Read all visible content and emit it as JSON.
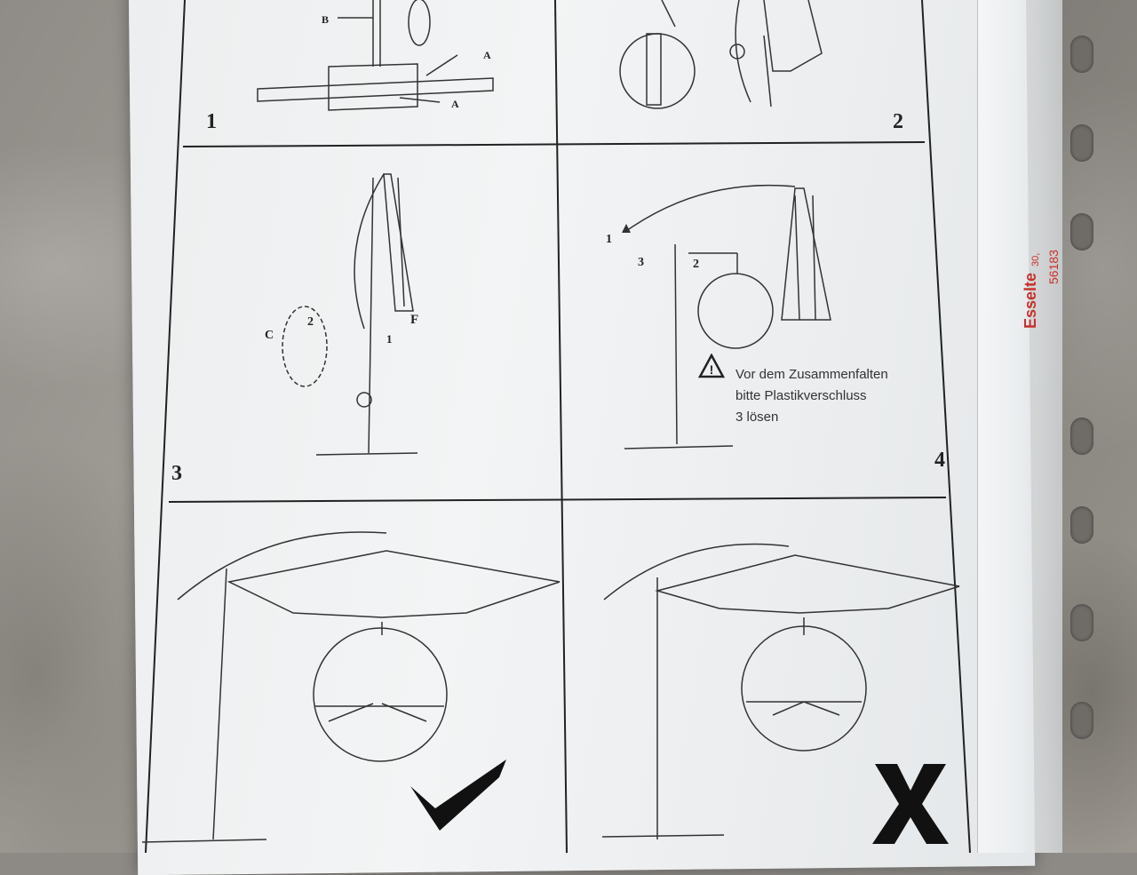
{
  "panels": [
    {
      "number": "1",
      "labels": [
        "A",
        "A",
        "B"
      ]
    },
    {
      "number": "2"
    },
    {
      "number": "3",
      "labels": [
        "C",
        "2",
        "F",
        "1"
      ]
    },
    {
      "number": "4",
      "labels": [
        "1",
        "3",
        "2"
      ],
      "warning": {
        "line1": "Vor dem Zusammenfalten",
        "line2": "bitte Plastikverschluss",
        "line3": "3 lösen"
      }
    },
    {
      "number": "",
      "verdict": "correct",
      "symbol": "✔"
    },
    {
      "number": "",
      "verdict": "incorrect",
      "symbol": "X"
    }
  ],
  "sleeve": {
    "brand": "Esselte",
    "code": "56183",
    "spec": "30,"
  }
}
